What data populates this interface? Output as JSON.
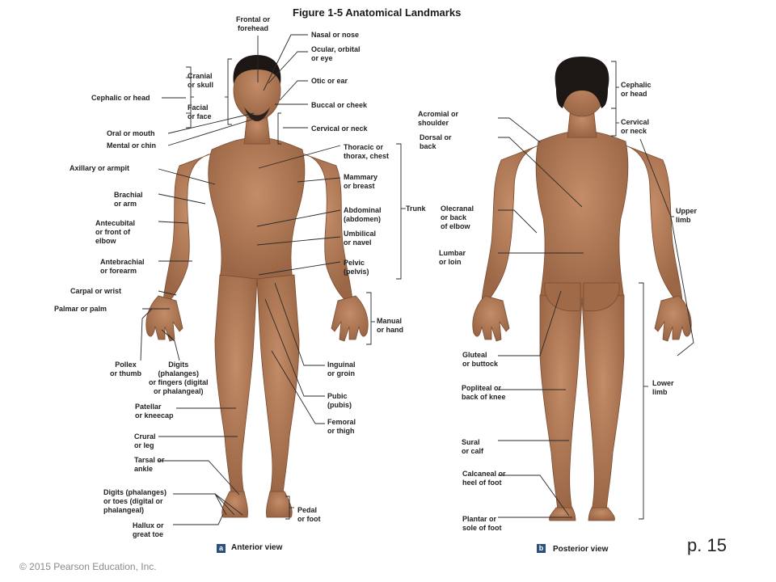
{
  "title": "Figure 1-5  Anatomical Landmarks",
  "page_number": "p. 15",
  "copyright": "© 2015 Pearson Education, Inc.",
  "anterior": {
    "badge": "a",
    "view_title": "Anterior view",
    "labels": {
      "frontal": "Frontal or\nforehead",
      "nasal": "Nasal or nose",
      "ocular": "Ocular, orbital\nor eye",
      "cranial": "Cranial\nor skull",
      "otic": "Otic or ear",
      "cephalic": "Cephalic or head",
      "facial": "Facial\nor face",
      "buccal": "Buccal or cheek",
      "cervical": "Cervical or neck",
      "oral": "Oral or mouth",
      "mental": "Mental or chin",
      "thoracic": "Thoracic or\nthorax, chest",
      "axillary": "Axillary or armpit",
      "mammary": "Mammary\nor breast",
      "brachial": "Brachial\nor arm",
      "abdominal": "Abdominal\n(abdomen)",
      "trunk": "Trunk",
      "antecubital": "Antecubital\nor front of\nelbow",
      "umbilical": "Umbilical\nor navel",
      "antebrachial": "Antebrachial\nor forearm",
      "pelvic": "Pelvic\n(pelvis)",
      "carpal": "Carpal or wrist",
      "palmar": "Palmar or palm",
      "manual": "Manual\nor hand",
      "pollex": "Pollex\nor thumb",
      "digits_fingers": "Digits\n(phalanges)\nor fingers (digital\nor phalangeal)",
      "inguinal": "Inguinal\nor groin",
      "pubic": "Pubic\n(pubis)",
      "patellar": "Patellar\nor kneecap",
      "femoral": "Femoral\nor thigh",
      "crural": "Crural\nor leg",
      "tarsal": "Tarsal or\nankle",
      "digits_toes": "Digits (phalanges)\nor toes (digital or\nphalangeal)",
      "pedal": "Pedal\nor foot",
      "hallux": "Hallux or\ngreat toe"
    }
  },
  "posterior": {
    "badge": "b",
    "view_title": "Posterior view",
    "labels": {
      "cephalic": "Cephalic\nor head",
      "acromial": "Acromial or\nshoulder",
      "cervical": "Cervical\nor neck",
      "dorsal": "Dorsal or\nback",
      "olecranal": "Olecranal\nor back\nof elbow",
      "upper_limb": "Upper\nlimb",
      "lumbar": "Lumbar\nor loin",
      "gluteal": "Gluteal\nor buttock",
      "lower_limb": "Lower\nlimb",
      "popliteal": "Popliteal or\nback of knee",
      "sural": "Sural\nor calf",
      "calcaneal": "Calcaneal or\nheel of foot",
      "plantar": "Plantar or\nsole of foot"
    }
  },
  "colors": {
    "skin": "#b27b58",
    "skin_shadow": "#8a5a3c",
    "hair": "#1c1714",
    "leader": "#2a2a2a",
    "badge": "#2d4f7c"
  }
}
